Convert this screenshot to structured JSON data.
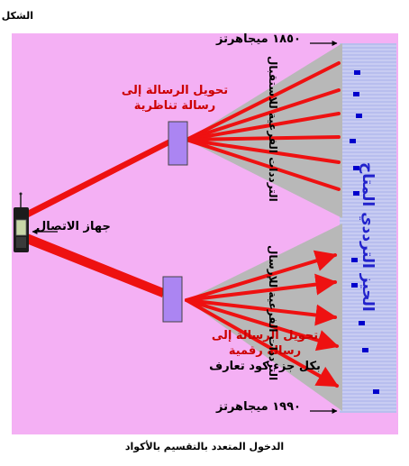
{
  "header": {
    "title": "الشكل"
  },
  "frequencies": {
    "top": "١٨٥٠ ميجاهرتز",
    "bottom": "١٩٩٠ ميجاهرتز"
  },
  "converters": {
    "analog": {
      "line1": "تحويل الرسالة إلى",
      "line2": "رسالة تناظرية"
    },
    "digital": {
      "line1": "تحويل الرسالة إلى",
      "line2": "رسالة رقمية",
      "line3": "بكل جزء كود تعارف"
    }
  },
  "device": {
    "label": "جهاز الاتصال"
  },
  "subbands": {
    "receive": "الترددات الفرعية للاستقبال",
    "transmit": "الترددات الفرعية للإرسال"
  },
  "band": {
    "label": "الحيز الترددي المتاح"
  },
  "caption": "الدخول المتعدد بالتقسيم بالأكواد",
  "colors": {
    "background": "#f4b0f4",
    "band_fill": "#c8ccf2",
    "band_lines": "#a8b0ea",
    "fan_fill": "#b8b8b8",
    "signal_red": "#ee1111",
    "converter_fill": "#ab85f2",
    "marker_blue": "#0000cc"
  }
}
